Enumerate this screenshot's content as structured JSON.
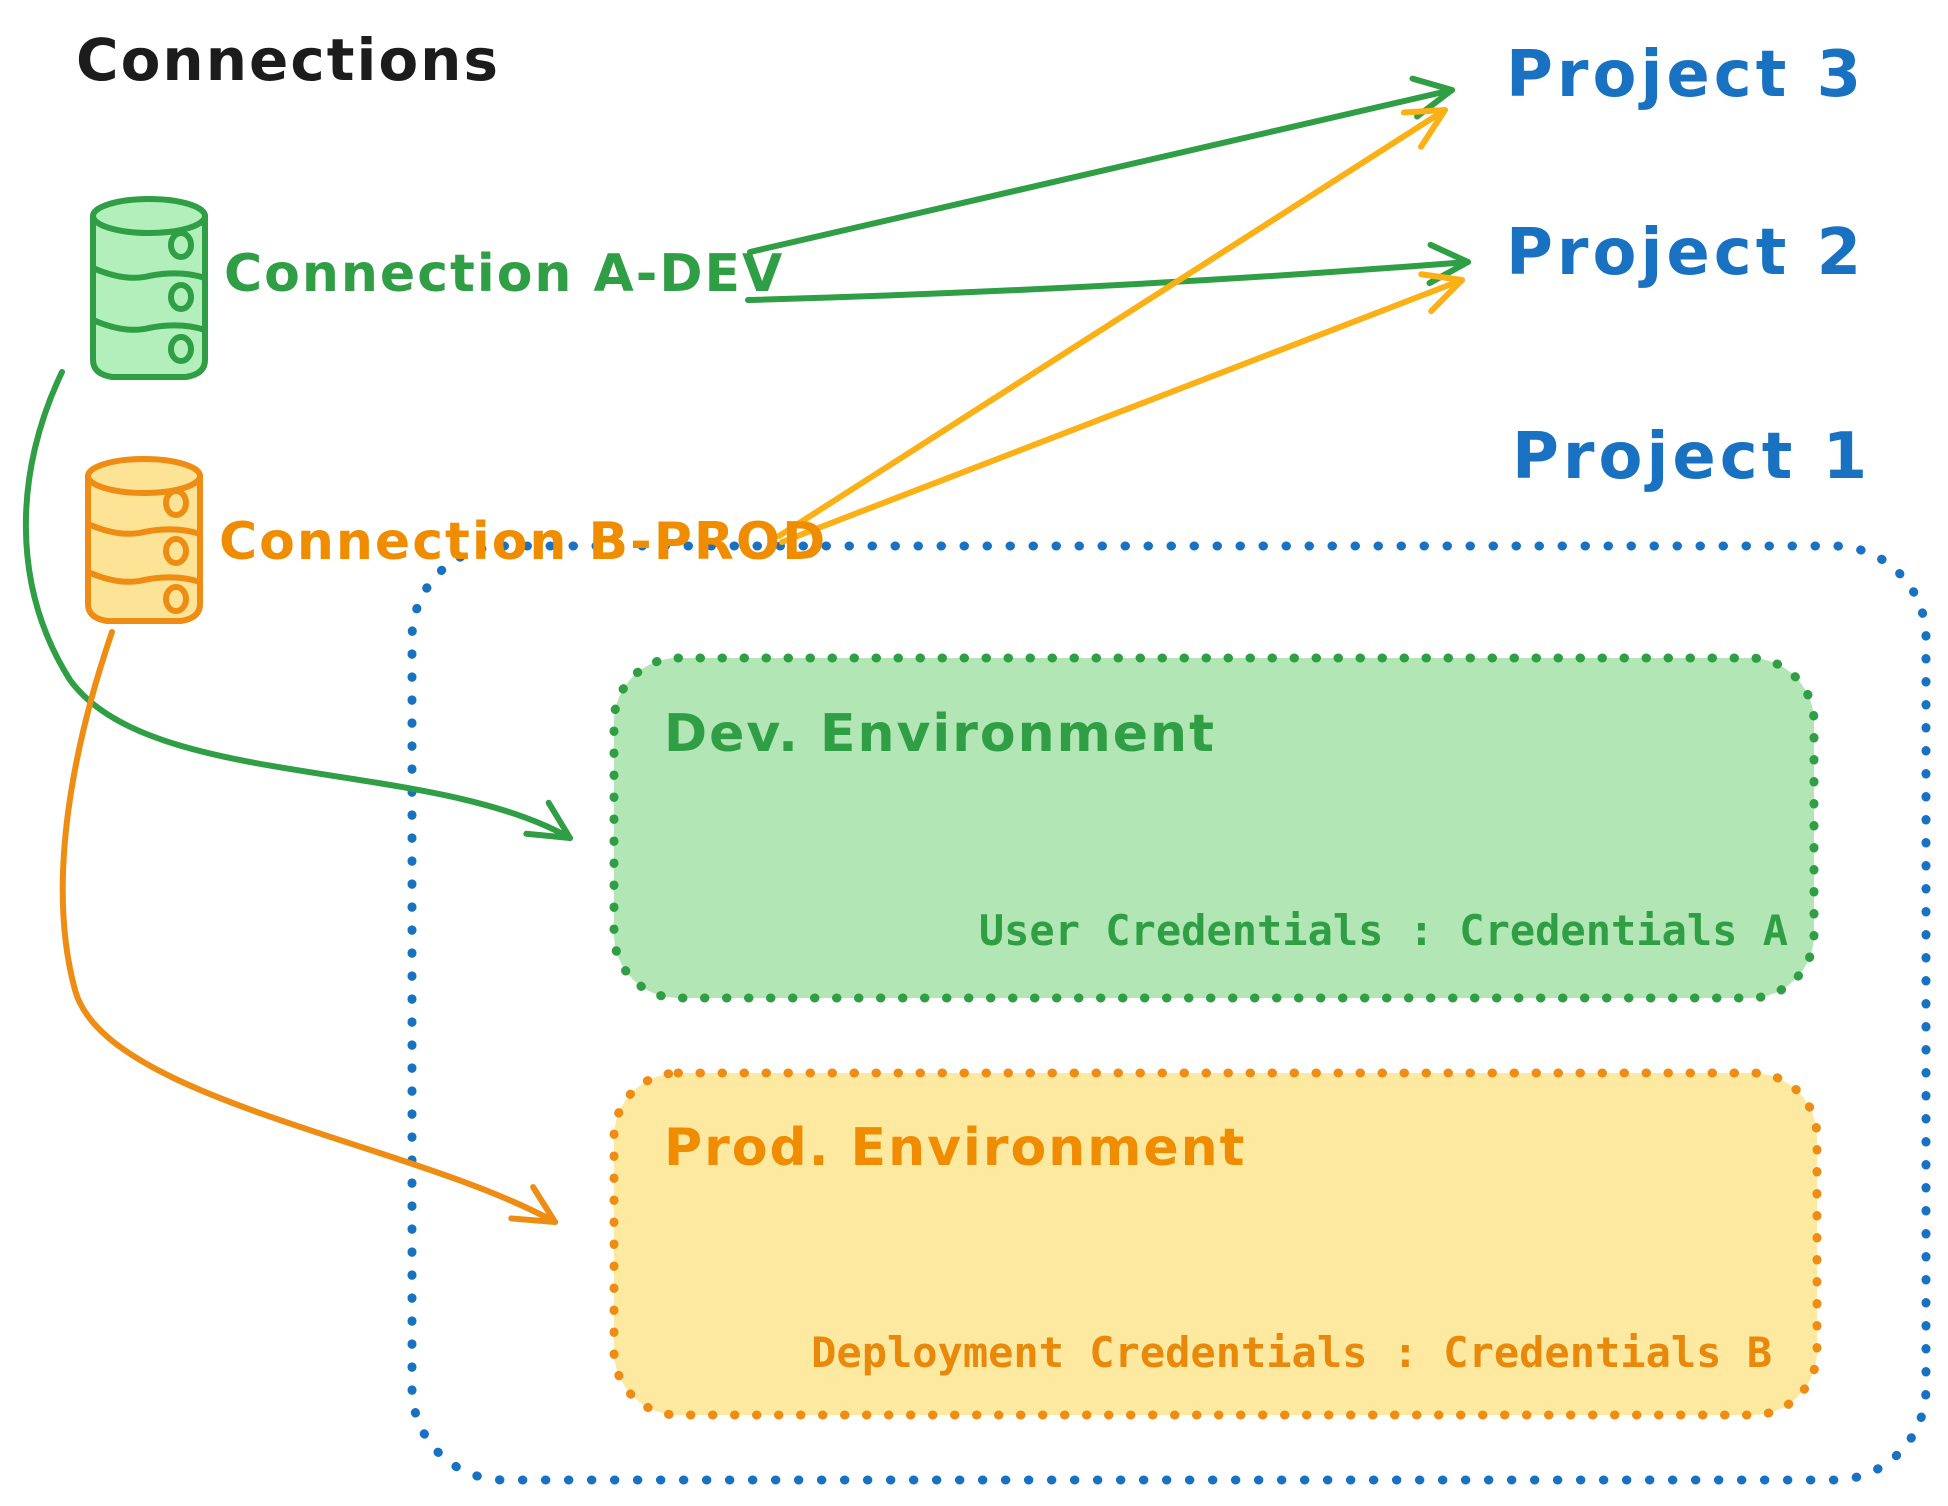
{
  "title": "Connections",
  "connections": [
    {
      "label": "Connection A-DEV",
      "type": "database",
      "color": "#2f9e44"
    },
    {
      "label": "Connection B-PROD",
      "type": "database",
      "color": "#f08c00"
    }
  ],
  "projects": [
    {
      "label": "Project 3"
    },
    {
      "label": "Project 2"
    },
    {
      "label": "Project 1"
    }
  ],
  "environments": {
    "dev": {
      "title": "Dev. Environment",
      "credentials": "User Credentials : Credentials A"
    },
    "prod": {
      "title": "Prod. Environment",
      "credentials": "Deployment Credentials : Credentials B"
    }
  },
  "edges": [
    {
      "from": "Connection A-DEV",
      "to": "Project 3",
      "color": "#2f9e44"
    },
    {
      "from": "Connection A-DEV",
      "to": "Project 2",
      "color": "#2f9e44"
    },
    {
      "from": "Connection B-PROD",
      "to": "Project 3",
      "color": "#fbb116"
    },
    {
      "from": "Connection B-PROD",
      "to": "Project 2",
      "color": "#fbb116"
    },
    {
      "from": "Connection A-DEV",
      "to": "Dev. Environment",
      "color": "#2f9e44"
    },
    {
      "from": "Connection B-PROD",
      "to": "Prod. Environment",
      "color": "#ef8c13"
    }
  ],
  "colors": {
    "text": "#1c1c1c",
    "project_blue": "#1971c2",
    "green": "#2f9e44",
    "green_fill": "#b2e6b5",
    "orange": "#f08c00",
    "amber_arrow": "#fbb116",
    "yellow_fill": "#fdeaa0"
  }
}
